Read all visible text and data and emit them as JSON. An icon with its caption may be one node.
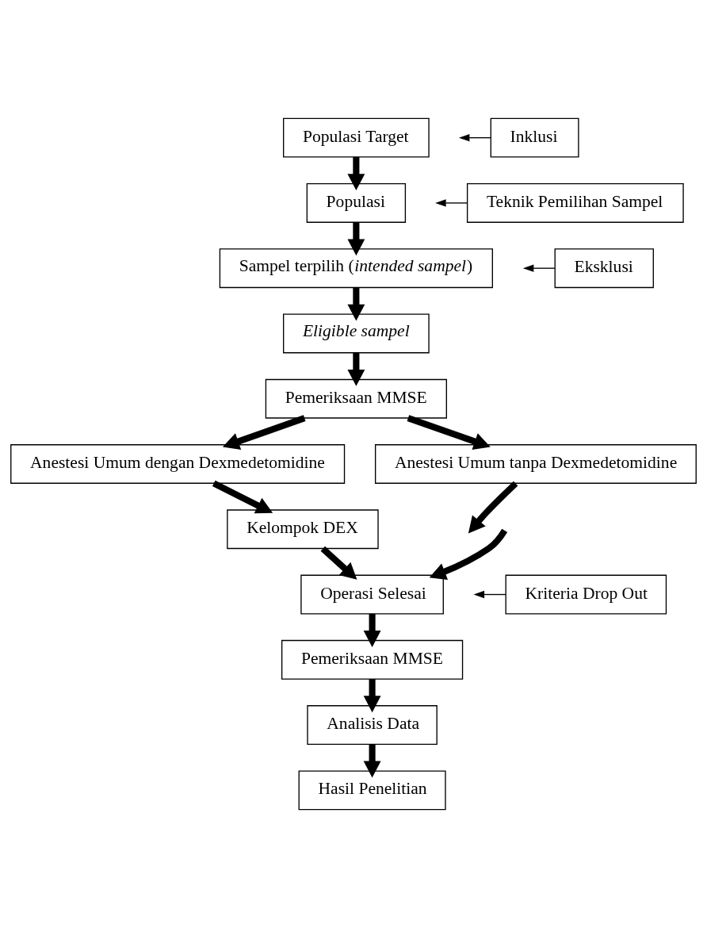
{
  "diagram": {
    "nodes": [
      {
        "text": [
          "Populasi Target"
        ]
      },
      {
        "text": [
          "Inklusi"
        ]
      },
      {
        "text": [
          "Populasi"
        ]
      },
      {
        "text": [
          "Teknik Pemilihan Sampel"
        ]
      },
      {
        "text": [
          "Sampel terpilih (*intended sampel*)"
        ]
      },
      {
        "text": [
          "Eksklusi"
        ]
      },
      {
        "text": [
          "Eligible sampel"
        ]
      },
      {
        "text": [
          "Pemeriksaan MMSE"
        ]
      },
      {
        "text": [
          "Anestesi Umum dengan Dexmedetomidine"
        ]
      },
      {
        "text": [
          "Anestesi Umum tanpa Dexmedetomidine"
        ]
      },
      {
        "text": [
          "Kelompok DEX"
        ]
      },
      {
        "text": [
          "Operasi Selesai"
        ]
      },
      {
        "text": [
          "Kriteria Drop Out"
        ]
      },
      {
        "text": [
          "Pemeriksaan MMSE"
        ]
      },
      {
        "text": [
          "Analisis Data"
        ]
      },
      {
        "text": [
          "Hasil Penelitian"
        ]
      }
    ],
    "edges": [
      {
        "from": 0,
        "to": 2,
        "arrow": "to"
      },
      {
        "from": 1,
        "to": null,
        "arrow": "to"
      },
      {
        "from": 2,
        "to": 4,
        "arrow": "to"
      },
      {
        "from": 3,
        "to": null,
        "arrow": "to"
      },
      {
        "from": 4,
        "to": 6,
        "arrow": "to"
      },
      {
        "from": 5,
        "to": null,
        "arrow": "to"
      },
      {
        "from": 6,
        "to": 7,
        "arrow": "to"
      },
      {
        "from": 7,
        "to": 8,
        "arrow": "to"
      },
      {
        "from": 7,
        "to": 9,
        "arrow": "to"
      },
      {
        "from": 8,
        "to": 10,
        "arrow": "to"
      },
      {
        "from": 9,
        "to": null,
        "arrow": "to"
      },
      {
        "from": 10,
        "to": 11,
        "arrow": "to"
      },
      {
        "from": null,
        "to": 11,
        "arrow": "to"
      },
      {
        "from": 11,
        "to": 13,
        "arrow": "to"
      },
      {
        "from": 12,
        "to": null,
        "arrow": "to"
      },
      {
        "from": 13,
        "to": 14,
        "arrow": "to"
      },
      {
        "from": 14,
        "to": 15,
        "arrow": "to"
      }
    ]
  }
}
